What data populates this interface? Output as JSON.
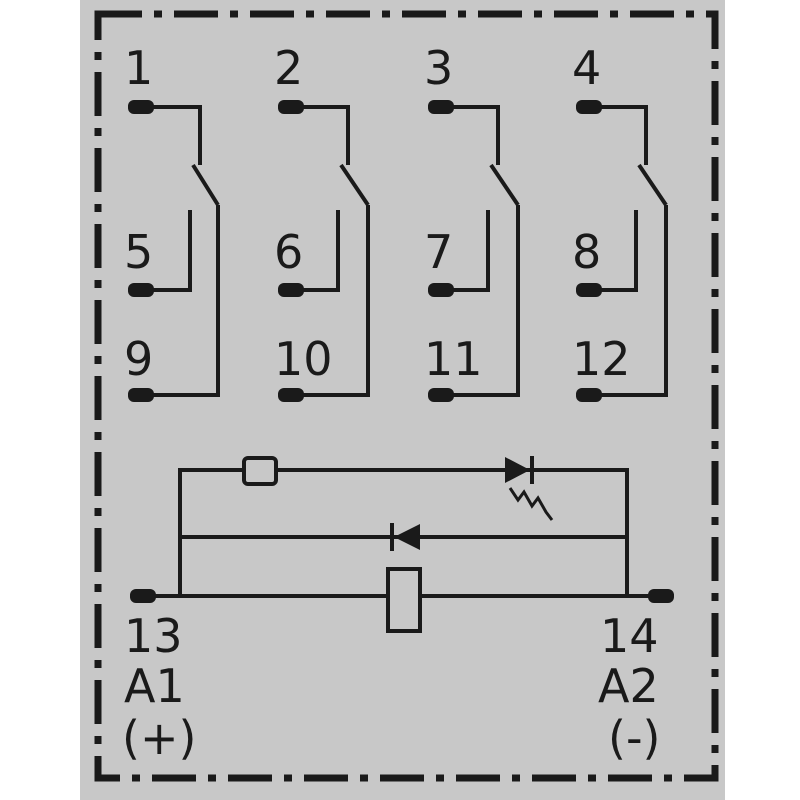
{
  "diagram": {
    "colors": {
      "background": "#c8c8c8",
      "ink": "#1a1a1a",
      "outside": "#ffffff"
    },
    "contacts": [
      {
        "common": "1",
        "nc": "5",
        "no": "9"
      },
      {
        "common": "2",
        "nc": "6",
        "no": "10"
      },
      {
        "common": "3",
        "nc": "7",
        "no": "11"
      },
      {
        "common": "4",
        "nc": "8",
        "no": "12"
      }
    ],
    "terminals": {
      "left": {
        "number": "13",
        "name": "A1",
        "polarity": "(+)"
      },
      "right": {
        "number": "14",
        "name": "A2",
        "polarity": "(-)"
      }
    },
    "icons": [
      "led-indicator",
      "diode",
      "relay-coil",
      "resistor"
    ]
  }
}
